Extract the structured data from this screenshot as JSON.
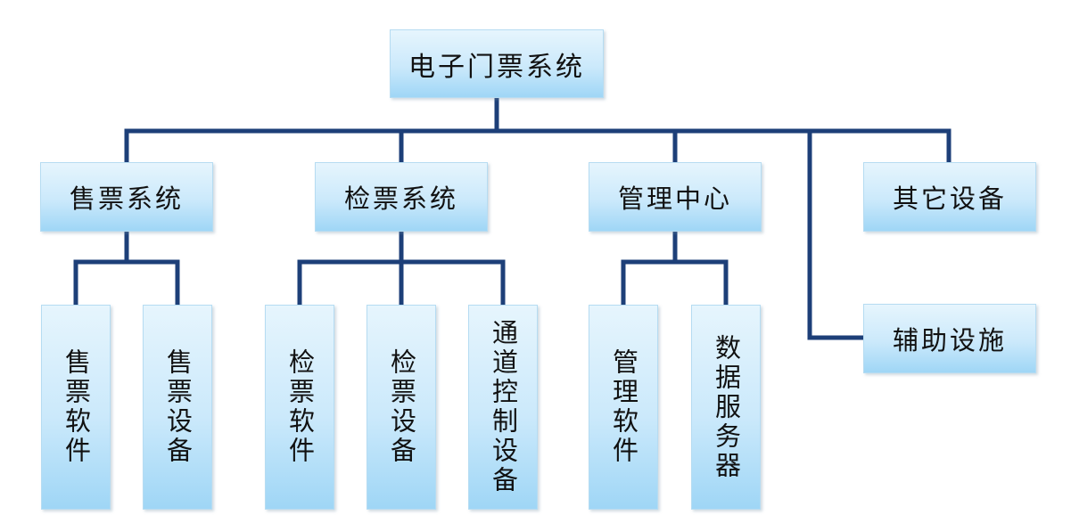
{
  "diagram": {
    "root": "电子门票系统",
    "categories": [
      {
        "label": "售票系统",
        "children": [
          "售票软件",
          "售票设备"
        ]
      },
      {
        "label": "检票系统",
        "children": [
          "检票软件",
          "检票设备",
          "通道控制设备"
        ]
      },
      {
        "label": "管理中心",
        "children": [
          "管理软件",
          "数据服务器"
        ]
      },
      {
        "label": "其它设备",
        "children": []
      },
      {
        "label": "辅助设施",
        "children": []
      }
    ]
  },
  "colors": {
    "line": "#1d3f78",
    "box_top": "#e6f5fd",
    "box_bottom": "#9fd6f6",
    "text": "#111111"
  }
}
